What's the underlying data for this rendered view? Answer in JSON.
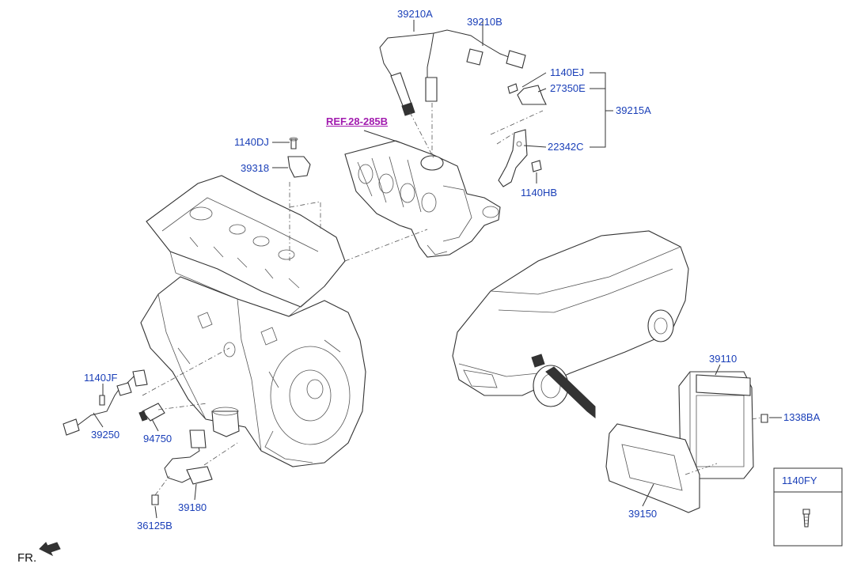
{
  "colors": {
    "label": "#1a3fb8",
    "reference_label": "#a21caf",
    "line": "#333333"
  },
  "labels": {
    "p39210A": "39210A",
    "p39210B": "39210B",
    "p1140EJ": "1140EJ",
    "p27350E": "27350E",
    "p39215A": "39215A",
    "p22342C": "22342C",
    "p1140HB": "1140HB",
    "ref": "REF.28-285B",
    "p1140DJ": "1140DJ",
    "p39318": "39318",
    "p1140JF": "1140JF",
    "p39250": "39250",
    "p94750": "94750",
    "p39180": "39180",
    "p36125B": "36125B",
    "p39110": "39110",
    "p1338BA": "1338BA",
    "p39150": "39150"
  },
  "inset": {
    "label": "1140FY",
    "icon": "bolt-icon"
  },
  "orientation": {
    "label": "FR.",
    "icon": "front-arrow-icon"
  }
}
